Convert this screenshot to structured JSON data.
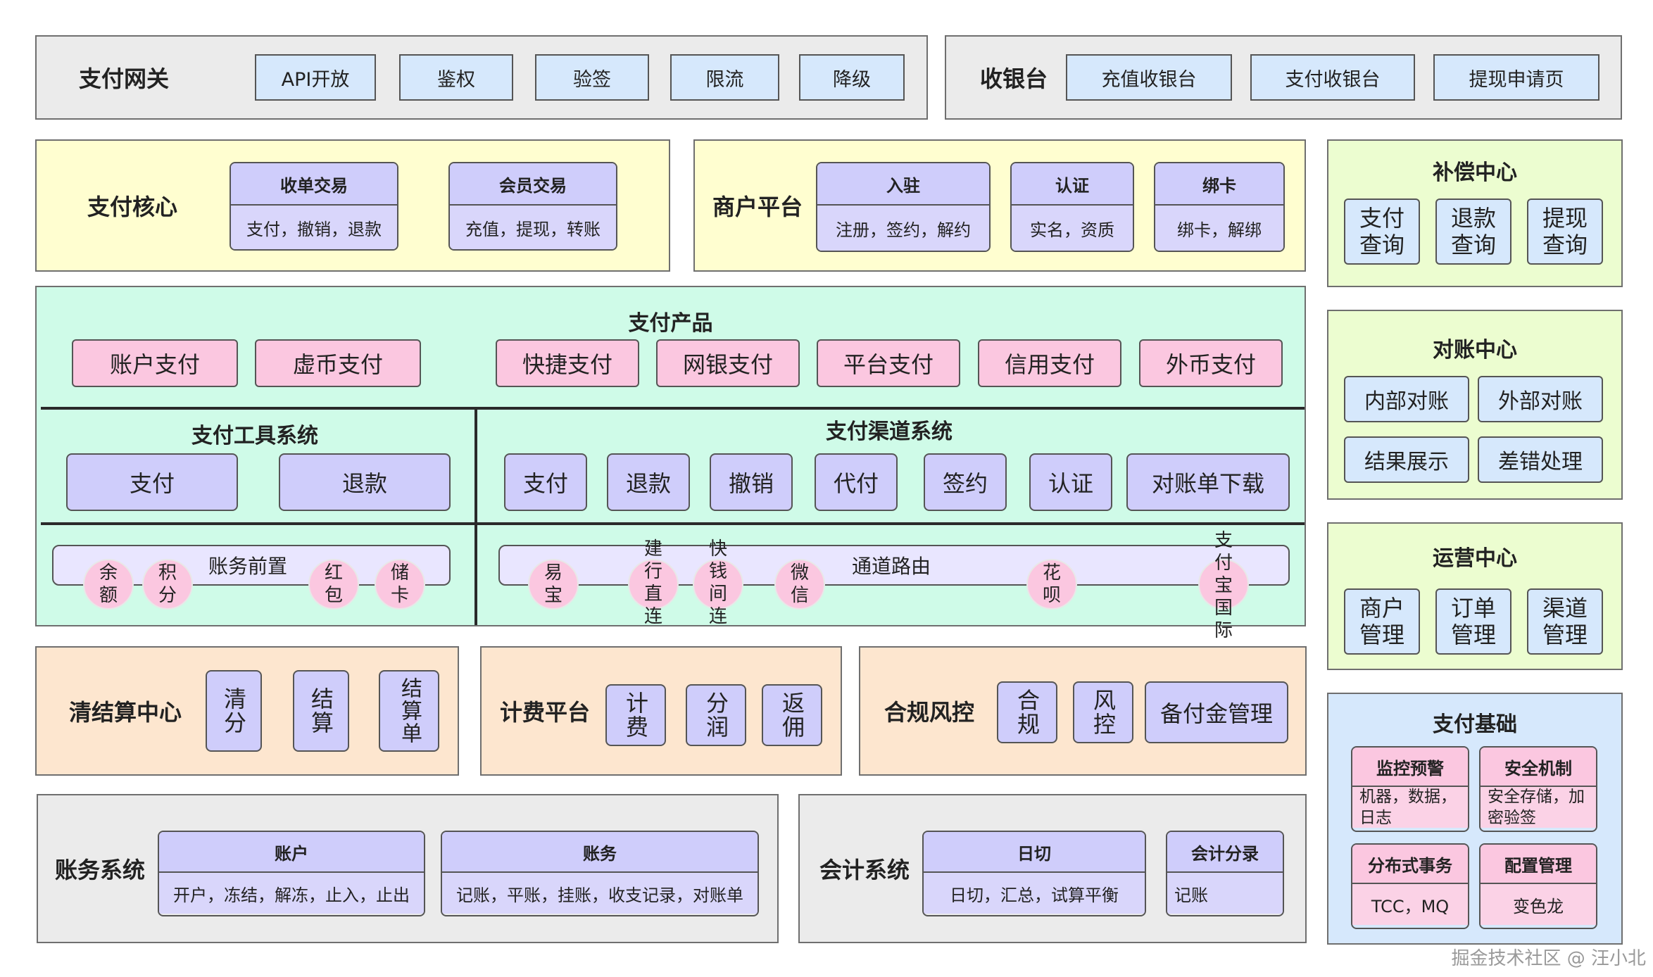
{
  "gateway": {
    "title": "支付网关",
    "items": [
      "API开放",
      "鉴权",
      "验签",
      "限流",
      "降级"
    ]
  },
  "cashier": {
    "title": "收银台",
    "items": [
      "充值收银台",
      "支付收银台",
      "提现申请页"
    ]
  },
  "core": {
    "title": "支付核心",
    "cards": [
      {
        "title": "收单交易",
        "body": "支付，撤销，退款"
      },
      {
        "title": "会员交易",
        "body": "充值，提现，转账"
      }
    ]
  },
  "merchant": {
    "title": "商户平台",
    "cards": [
      {
        "title": "入驻",
        "body": "注册，签约，解约"
      },
      {
        "title": "认证",
        "body": "实名，资质"
      },
      {
        "title": "绑卡",
        "body": "绑卡，解绑"
      }
    ]
  },
  "compensation": {
    "title": "补偿中心",
    "items": [
      "支付查询",
      "退款查询",
      "提现查询"
    ]
  },
  "product": {
    "title": "支付产品",
    "items": [
      "账户支付",
      "虚币支付",
      "快捷支付",
      "网银支付",
      "平台支付",
      "信用支付",
      "外币支付"
    ]
  },
  "tools": {
    "title": "支付工具系统",
    "items": [
      "支付",
      "退款"
    ]
  },
  "channel": {
    "title": "支付渠道系统",
    "items": [
      "支付",
      "退款",
      "撤销",
      "代付",
      "签约",
      "认证",
      "对账单下载"
    ]
  },
  "ledger_front": {
    "title": "账务前置",
    "items": [
      "余额",
      "积分",
      "红包",
      "储卡"
    ]
  },
  "routing": {
    "title": "通道路由",
    "items": [
      "易宝",
      "建行直连",
      "快钱间连",
      "微信",
      "花呗",
      "支付宝国际"
    ]
  },
  "reconcile": {
    "title": "对账中心",
    "items": [
      "内部对账",
      "外部对账",
      "结果展示",
      "差错处理"
    ]
  },
  "operation": {
    "title": "运营中心",
    "items": [
      "商户管理",
      "订单管理",
      "渠道管理"
    ]
  },
  "clearing": {
    "title": "清结算中心",
    "items": [
      "清分",
      "结算",
      "结算单"
    ]
  },
  "billing": {
    "title": "计费平台",
    "items": [
      "计费",
      "分润",
      "返佣"
    ]
  },
  "risk": {
    "title": "合规风控",
    "items": [
      "合规",
      "风控",
      "备付金管理"
    ]
  },
  "basic": {
    "title": "支付基础",
    "cards": [
      {
        "title": "监控预警",
        "body": "机器，数据，日志"
      },
      {
        "title": "安全机制",
        "body": "安全存储，加密验签"
      },
      {
        "title": "分布式事务",
        "body": "TCC，MQ"
      },
      {
        "title": "配置管理",
        "body": "变色龙"
      }
    ]
  },
  "accounts": {
    "title": "账务系统",
    "cards": [
      {
        "title": "账户",
        "body": "开户，冻结，解冻，止入，止出"
      },
      {
        "title": "账务",
        "body": "记账，平账，挂账，收支记录，对账单"
      }
    ]
  },
  "accounting": {
    "title": "会计系统",
    "cards": [
      {
        "title": "日切",
        "body": "日切，汇总，试算平衡"
      },
      {
        "title": "会计分录",
        "body": "记账"
      }
    ]
  },
  "watermark": "掘金技术社区 @ 汪小北"
}
